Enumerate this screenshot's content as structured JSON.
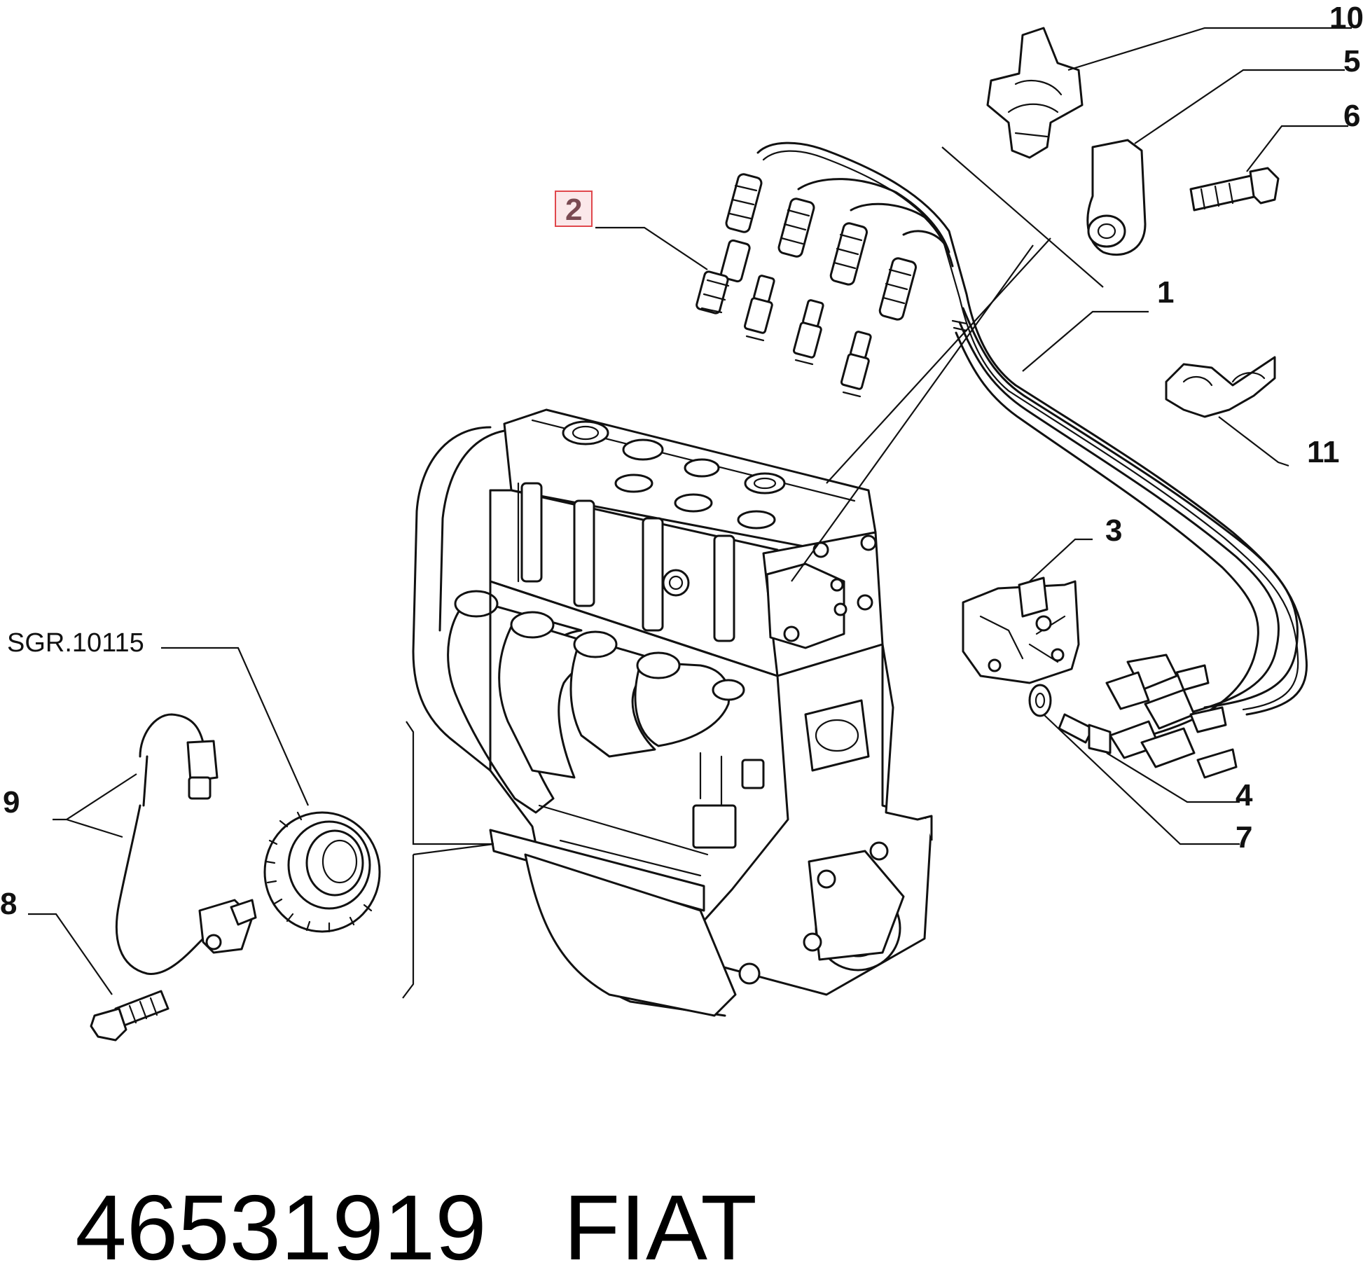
{
  "callouts": {
    "c1": "1",
    "c2": "2",
    "c3": "3",
    "c4": "4",
    "c5": "5",
    "c6": "6",
    "c7": "7",
    "c8": "8",
    "c9": "9",
    "c10": "10",
    "c11": "11"
  },
  "reference": "SGR.10115",
  "footer": {
    "part_number": "46531919",
    "brand": "FIAT"
  },
  "highlight": {
    "callout": "2",
    "border_color": "#e0474c",
    "fill_color": "#fbe8ea"
  }
}
